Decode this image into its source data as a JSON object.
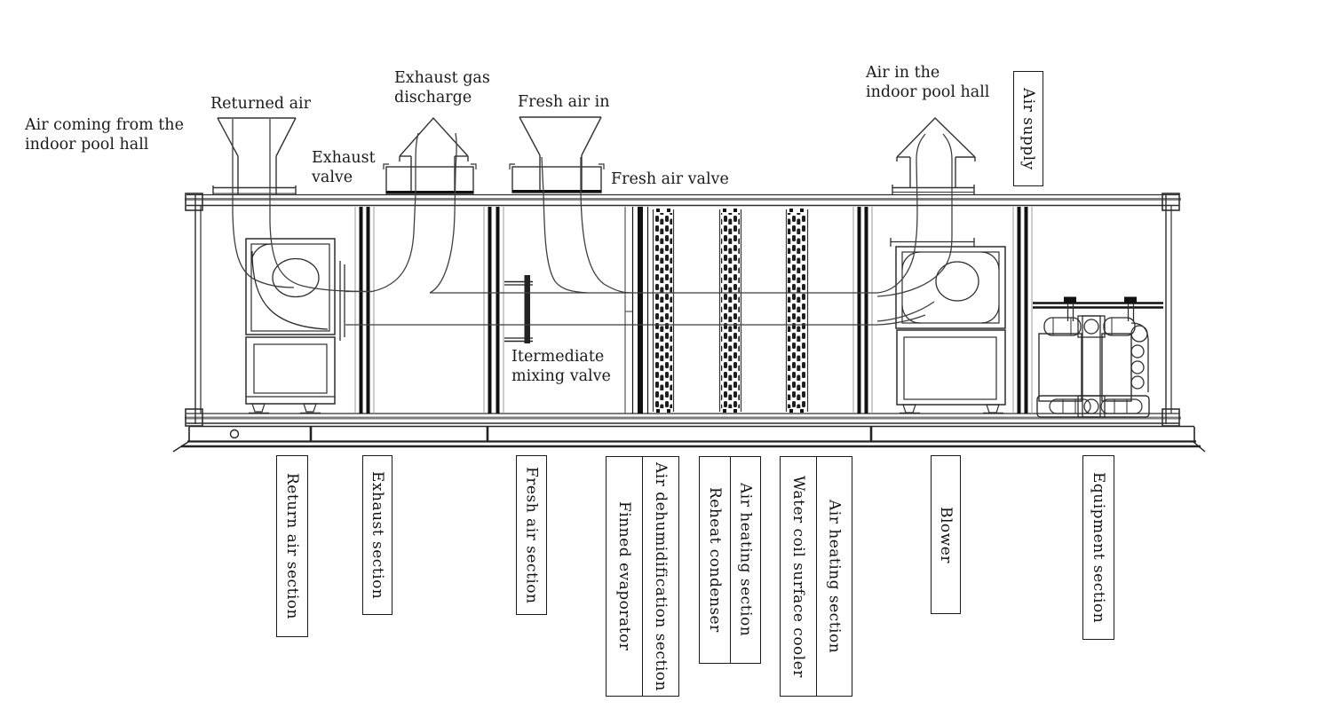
{
  "labels": {
    "air_coming_from": "Air coming from the\nindoor pool hall",
    "returned_air": "Returned air",
    "exhaust_gas_discharge": "Exhaust gas\ndischarge",
    "exhaust_valve": "Exhaust\nvalve",
    "fresh_air_in": "Fresh air in",
    "fresh_air_valve": "Fresh air valve",
    "intermediate_mixing_valve": "Itermediate\nmixing valve",
    "air_in_hall": "Air in the\nindoor pool hall",
    "air_supply": "Air supply"
  },
  "sections": {
    "return_air": "Return air section",
    "exhaust": "Exhaust section",
    "fresh_air": "Fresh air section",
    "finned_evaporator": "Finned evaporator",
    "air_dehumidification": "Air dehumidification section",
    "reheat_condenser": "Reheat condenser",
    "air_heating_1": "Air heating section",
    "water_coil_cooler": "Water coil surface cooler",
    "air_heating_2": "Air heating section",
    "blower": "Blower",
    "equipment": "Equipment section"
  },
  "colors": {
    "line": "#2e2e2e",
    "background": "#ffffff",
    "text": "#1b1b1b"
  }
}
